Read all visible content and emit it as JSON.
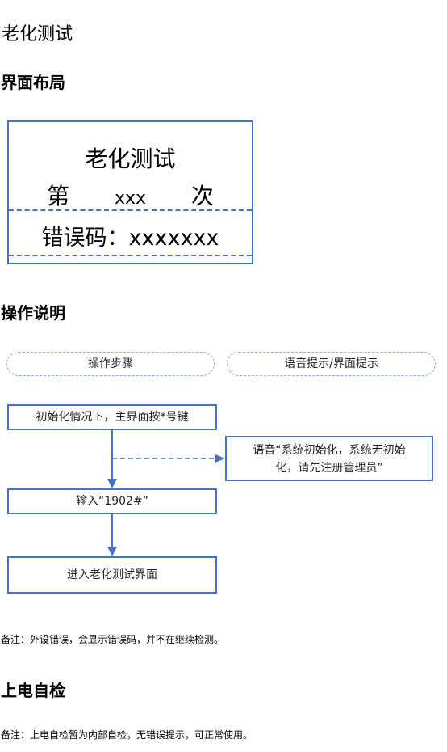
{
  "doc": {
    "title": "老化测试",
    "sections": {
      "layout": "界面布局",
      "ops": "操作说明",
      "poweron": "上电自检"
    },
    "screen": {
      "line1": "老化测试",
      "line2_pre": "第",
      "line2_val": "xxx",
      "line2_post": "次",
      "line3": "错误码：xxxxxxx"
    },
    "flow": {
      "col1_header": "操作步骤",
      "col2_header": "语音提示/界面提示",
      "step1": "初始化情况下，主界面按*号键",
      "voice1_line1": "语音“系统初始化，系统无初始",
      "voice1_line2": "化，请先注册管理员”",
      "step2": "输入“1902#”",
      "step3": "进入老化测试界面"
    },
    "note1": "备注：外设错误，会显示错误码，并不在继续检测。",
    "note2": "备注：上电自检暂为内部自检，无错误提示，可正常使用。",
    "colors": {
      "accent": "#4472c4",
      "dashed": "#8ea9db"
    }
  }
}
